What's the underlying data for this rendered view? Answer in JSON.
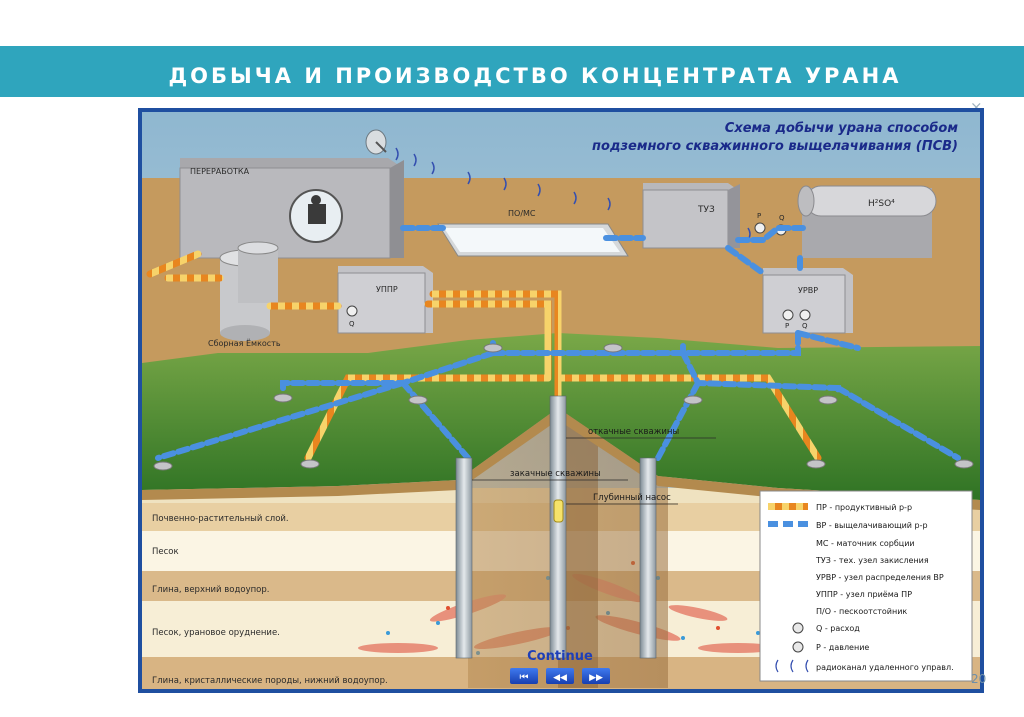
{
  "slide": {
    "title": "ДОБЫЧА  И ПРОИЗВОДСТВО  КОНЦЕНТРАТА  УРАНА",
    "page_number": "20",
    "close_glyph": "×"
  },
  "diagram": {
    "header_line1": "Схема добычи урана способом",
    "header_line2": "подземного скважинного выщелачивания (ПСВ)",
    "nodes": {
      "processing": "ПЕРЕРАБОТКА",
      "pond": "ПО/МС",
      "tuz": "ТУЗ",
      "acid": "H²SO⁴",
      "uppr": "УППР",
      "uvr": "УРВР",
      "tank": "Сборная Ёмкость"
    },
    "gauges": {
      "p": "P",
      "q": "Q"
    },
    "well_labels": {
      "pump_out": "откачные скважины",
      "injection": "закачные скважины",
      "deep_pump": "Глубинный насос"
    },
    "layers": [
      "Почвенно-растительный слой.",
      "Песок",
      "Глина, верхний водоупор.",
      "Песок, урановое оруднение.",
      "Глина, кристаллические породы, нижний водоупор."
    ],
    "legend": [
      {
        "symbol": "orange-pipe",
        "text": "ПР - продуктивный р-р"
      },
      {
        "symbol": "blue-pipe",
        "text": "ВР - выщелачивающий р-р"
      },
      {
        "symbol": "none",
        "text": "МС - маточник сорбции"
      },
      {
        "symbol": "none",
        "text": "ТУЗ - тех. узел закисления"
      },
      {
        "symbol": "none",
        "text": "УРВР - узел распределения ВР"
      },
      {
        "symbol": "none",
        "text": "УППР - узел приёма ПР"
      },
      {
        "symbol": "none",
        "text": "П/О - пескоотстойник"
      },
      {
        "symbol": "flow-meter",
        "text": "Q - расход"
      },
      {
        "symbol": "pressure-gauge",
        "text": "Р - давление"
      },
      {
        "symbol": "radio-waves",
        "text": "радиоканал удаленного управл."
      }
    ],
    "continue_label": "Continue",
    "nav": {
      "first": "⏮",
      "back": "◀◀",
      "forward": "▶▶"
    },
    "colors": {
      "banner": "#2fa5bd",
      "frame": "#1f4fa0",
      "sky": "#b3cfe0",
      "ground": "#c59a5e",
      "grass": "#3f8a2c",
      "product_pipe": "#e07a1a",
      "leach_pipe": "#4a90e0",
      "nav_button": "#1e4fd8"
    }
  }
}
